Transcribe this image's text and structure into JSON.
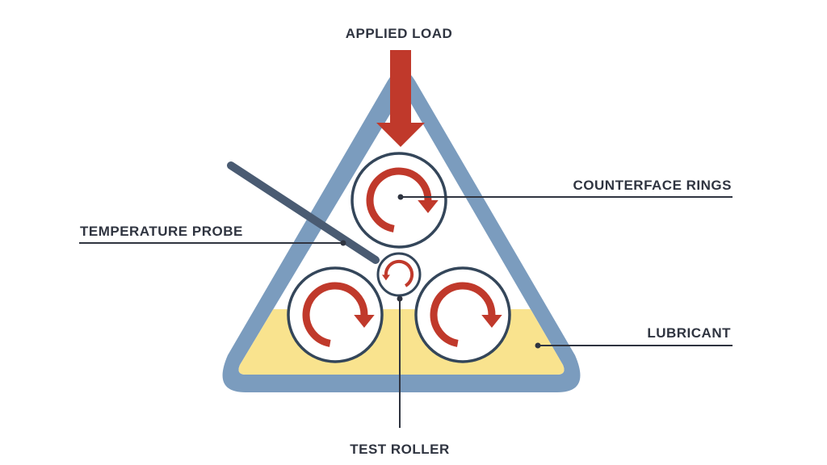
{
  "title": "Three-roller test rig schematic",
  "labels": {
    "applied_load": "APPLIED LOAD",
    "counterface_rings": "COUNTERFACE RINGS",
    "temperature_probe": "TEMPERATURE PROBE",
    "lubricant": "LUBRICANT",
    "test_roller": "TEST ROLLER"
  },
  "colors": {
    "frame": "#7b9cbe",
    "lubricant": "#f9e38e",
    "arrow": "#c0392b",
    "roller_outline": "#34465a",
    "probe": "#4a5b72",
    "leader": "#2f3440",
    "text": "#2f3440"
  },
  "rotation_icons": {
    "counterface_rings": "clockwise-arrow-icon",
    "test_roller": "counterclockwise-arrow-icon"
  }
}
